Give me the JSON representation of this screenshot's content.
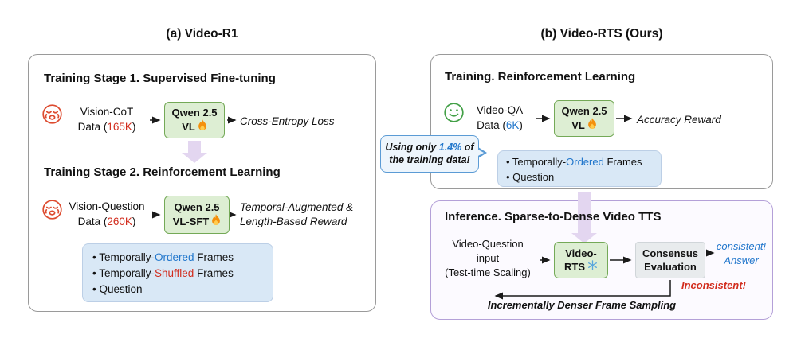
{
  "colors": {
    "highlight_red": "#d22d1e",
    "highlight_blue": "#2277cc",
    "model_box_fill": "#ddeed3",
    "model_box_border": "#74a957",
    "info_box_fill": "#d9e8f6",
    "purple_arrow": "#e3d6f0",
    "inference_panel_border": "#b4a0d8",
    "callout_border": "#5b9bd5"
  },
  "titles": {
    "left": "(a) Video-R1",
    "right": "(b) Video-RTS (Ours)"
  },
  "video_r1": {
    "stage1": {
      "heading": "Training Stage 1. Supervised Fine-tuning",
      "data_line1": "Vision-CoT",
      "data_line2_pre": "Data (",
      "data_value": "165K",
      "data_line2_post": ")",
      "model_line1": "Qwen 2.5",
      "model_line2": "VL",
      "output": "Cross-Entropy Loss"
    },
    "stage2": {
      "heading": "Training Stage 2. Reinforcement Learning",
      "data_line1": "Vision-Question",
      "data_line2_pre": "Data (",
      "data_value": "260K",
      "data_line2_post": ")",
      "model_line1": "Qwen 2.5",
      "model_line2": "VL-SFT",
      "output_line1": "Temporal-Augmented &",
      "output_line2": "Length-Based Reward"
    },
    "inputs_box": {
      "bullet1_pre": "• Temporally-",
      "bullet1_highlight": "Ordered",
      "bullet1_post": " Frames",
      "bullet2_pre": "• Temporally-",
      "bullet2_highlight": "Shuffled",
      "bullet2_post": " Frames",
      "bullet3": "• Question"
    }
  },
  "video_rts": {
    "training": {
      "heading": "Training. Reinforcement Learning",
      "data_line1": "Video-QA",
      "data_line2_pre": "Data (",
      "data_value": "6K",
      "data_line2_post": ")",
      "model_line1": "Qwen 2.5",
      "model_line2": "VL",
      "output": "Accuracy Reward",
      "inputs_box": {
        "bullet1_pre": "• Temporally-",
        "bullet1_highlight": "Ordered",
        "bullet1_post": " Frames",
        "bullet2": "• Question"
      },
      "callout_line1_pre": "Using only ",
      "callout_value": "1.4%",
      "callout_line1_post": " of",
      "callout_line2": "the training data!"
    },
    "inference": {
      "heading": "Inference. Sparse-to-Dense Video TTS",
      "input_line1": "Video-Question",
      "input_line2": "input",
      "input_line3": "(Test-time Scaling)",
      "model_line1": "Video-",
      "model_line2": "RTS",
      "consensus_line1": "Consensus",
      "consensus_line2": "Evaluation",
      "consistent_line1": "consistent!",
      "consistent_line2": "Answer",
      "inconsistent": "Inconsistent!",
      "loop_label": "Incrementally Denser Frame Sampling"
    }
  }
}
